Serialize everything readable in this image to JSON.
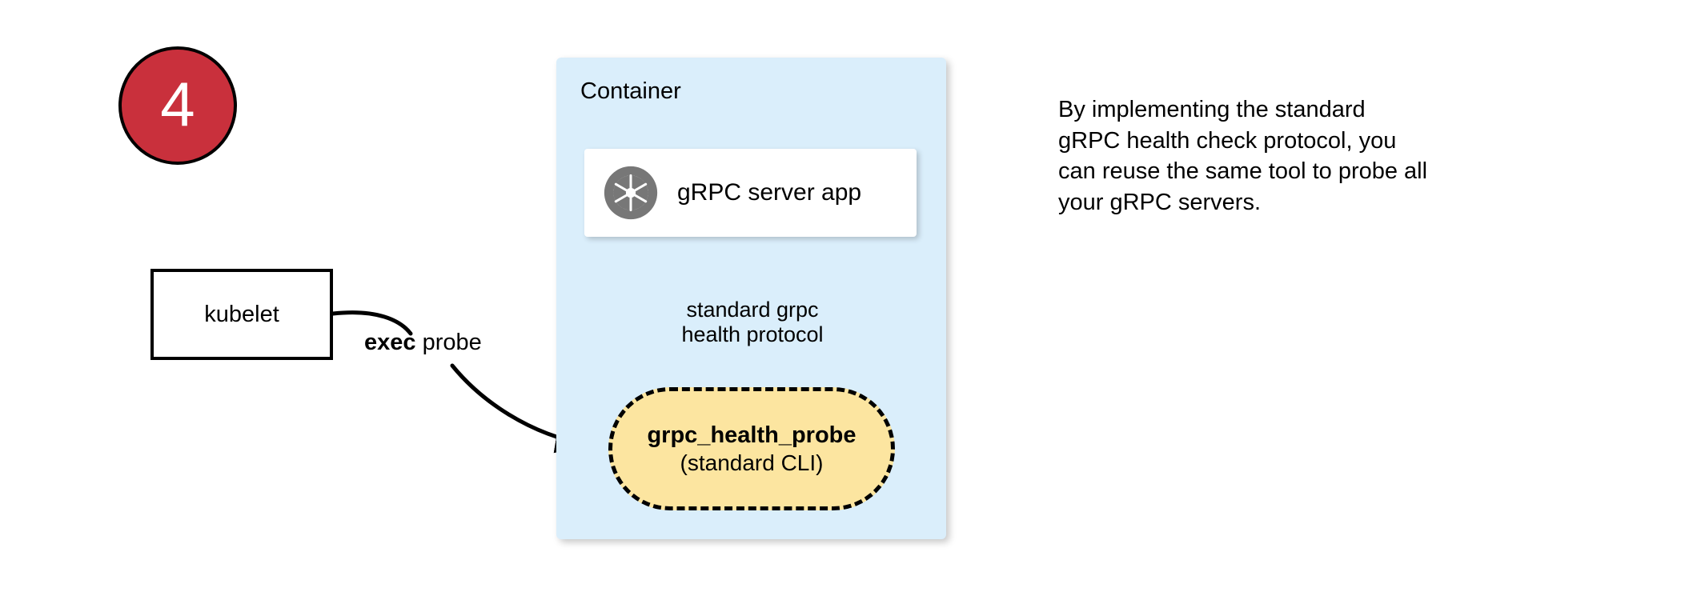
{
  "step": {
    "number": "4",
    "circle_color": "#C9303C",
    "border_color": "#000000",
    "text_color": "#FFFFFF"
  },
  "nodes": {
    "kubelet": {
      "label": "kubelet",
      "fill": "#FFFFFF",
      "stroke": "#000000"
    },
    "container": {
      "title": "Container",
      "fill": "#DAEEFB"
    },
    "server_app": {
      "label": "gRPC server app",
      "icon": "aperture-icon",
      "icon_color": "#777777",
      "fill": "#FFFFFF"
    },
    "health_probe": {
      "title": "grpc_health_probe",
      "subtitle": "(standard CLI)",
      "fill": "#FCE5A0",
      "stroke": "#000000",
      "stroke_style": "dashed"
    }
  },
  "edges": {
    "exec_probe": {
      "label_bold": "exec",
      "label_rest": " probe",
      "from": "kubelet",
      "to": "health_probe"
    },
    "health_protocol": {
      "line1": "standard grpc",
      "line2": "health protocol",
      "from": "health_probe",
      "to": "server_app"
    }
  },
  "note": {
    "line1": "By implementing the standard",
    "line2": "gRPC health check protocol, you",
    "line3": "can reuse the same tool to probe all",
    "line4": "your gRPC servers."
  }
}
